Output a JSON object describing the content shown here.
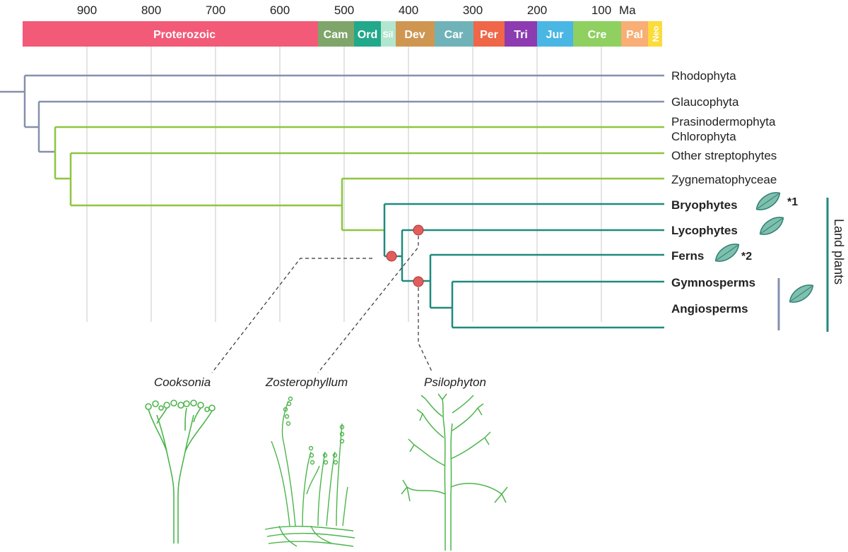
{
  "timescale": {
    "unit": "Ma",
    "ticks": [
      "900",
      "800",
      "700",
      "600",
      "500",
      "400",
      "300",
      "200",
      "100"
    ],
    "periods": [
      {
        "label": "Proterozoic",
        "color": "#f25a78"
      },
      {
        "label": "Cam",
        "color": "#7fa56b"
      },
      {
        "label": "Ord",
        "color": "#22a88a"
      },
      {
        "label": "Sil",
        "color": "#b3e6cf"
      },
      {
        "label": "Dev",
        "color": "#cf9652"
      },
      {
        "label": "Car",
        "color": "#6fb3b9"
      },
      {
        "label": "Per",
        "color": "#ef6648"
      },
      {
        "label": "Tri",
        "color": "#8d3bb1"
      },
      {
        "label": "Jur",
        "color": "#49b6e4"
      },
      {
        "label": "Cre",
        "color": "#8fd060"
      },
      {
        "label": "Pal",
        "color": "#f8ae74"
      },
      {
        "label": "Neo",
        "color": "#fbdc3a"
      }
    ]
  },
  "taxa": [
    {
      "label": "Rhodophyta",
      "bold": false
    },
    {
      "label": "Glaucophyta",
      "bold": false
    },
    {
      "label": "Prasinodermophyta",
      "bold": false
    },
    {
      "label": "Chlorophyta",
      "bold": false
    },
    {
      "label": "Other streptophytes",
      "bold": false
    },
    {
      "label": "Zygnematophyceae",
      "bold": false
    },
    {
      "label": "Bryophytes",
      "bold": true
    },
    {
      "label": "Lycophytes",
      "bold": true
    },
    {
      "label": "Ferns",
      "bold": true
    },
    {
      "label": "Gymnosperms",
      "bold": true
    },
    {
      "label": "Angiosperms",
      "bold": true
    }
  ],
  "notes": {
    "bryophytes": "*1",
    "ferns": "*2"
  },
  "land_plants_label": "Land plants",
  "fossils": [
    "Cooksonia",
    "Zosterophyllum",
    "Psilophyton"
  ],
  "colors": {
    "gray_branch": "#8690ad",
    "green_branch": "#8dc63f",
    "teal_branch": "#1f8a7e",
    "fossil_node": "#e35d5d",
    "leaf_fill": "#7fbfae",
    "leaf_stroke": "#2e7f73",
    "fossil_drawing": "#4bb54b",
    "grid": "#c8c8c8"
  }
}
